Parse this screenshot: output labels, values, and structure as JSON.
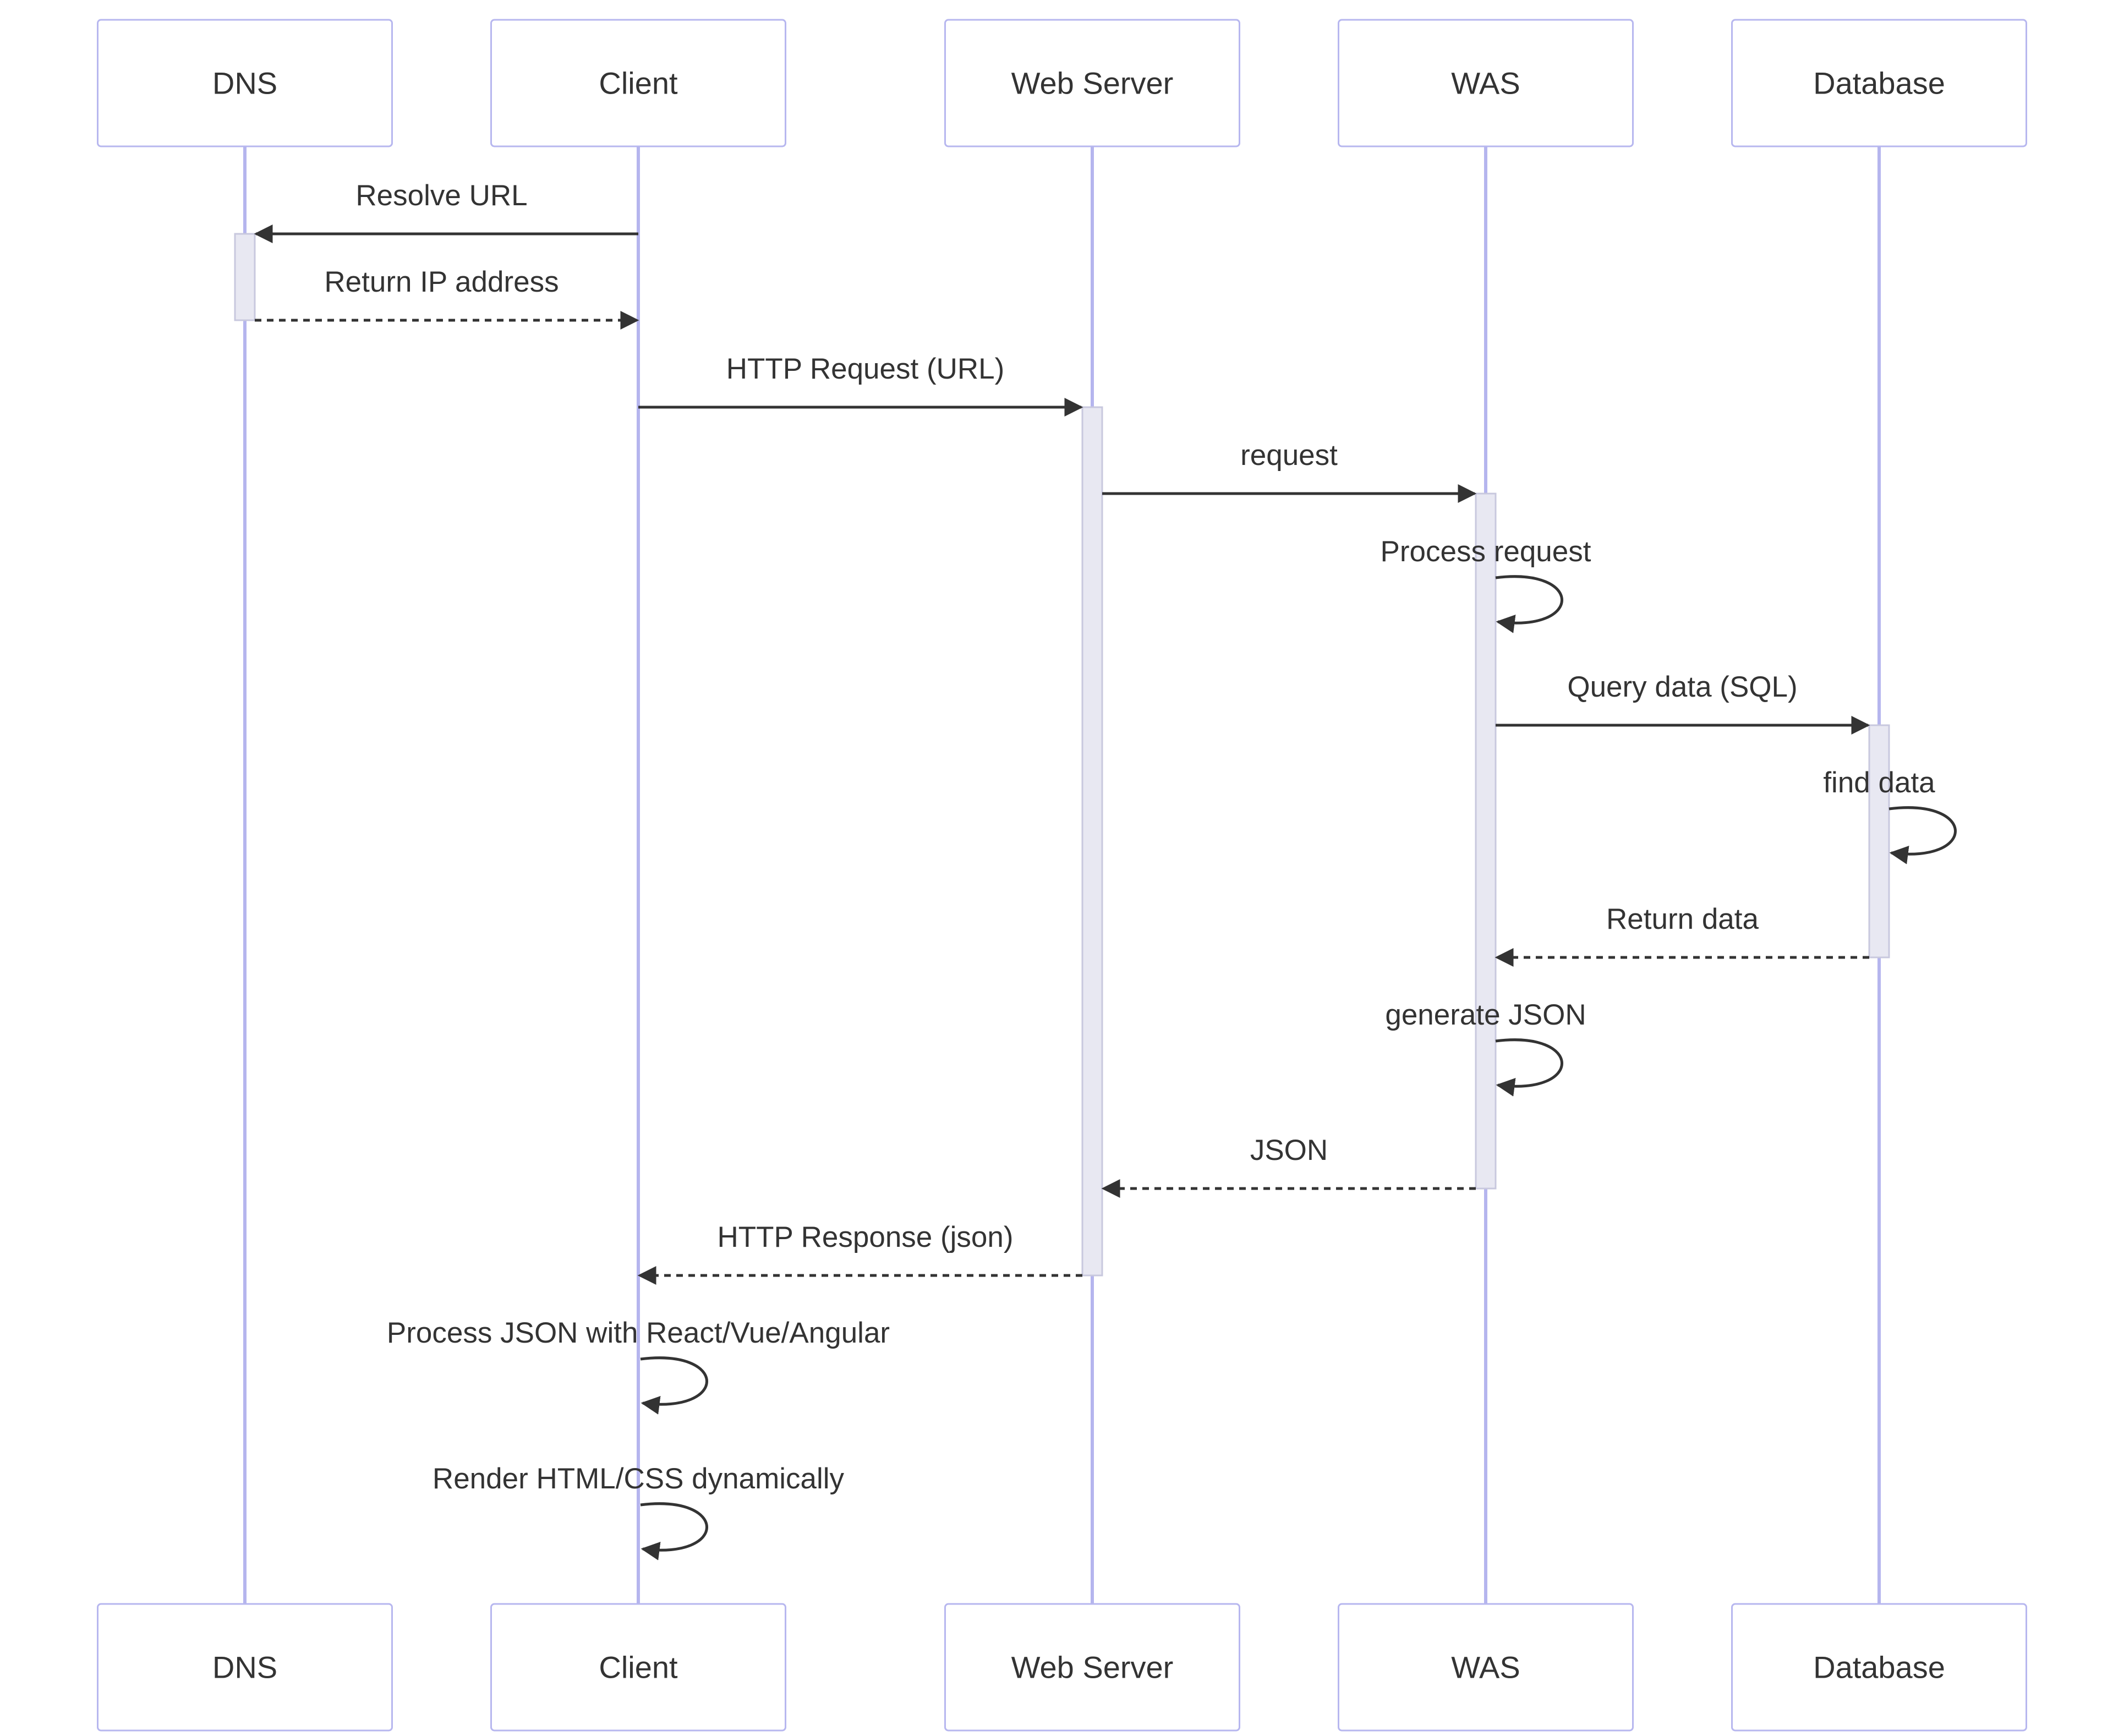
{
  "participants": [
    {
      "id": "dns",
      "label": "DNS"
    },
    {
      "id": "client",
      "label": "Client"
    },
    {
      "id": "webserver",
      "label": "Web Server"
    },
    {
      "id": "was",
      "label": "WAS"
    },
    {
      "id": "database",
      "label": "Database"
    }
  ],
  "messages": [
    {
      "from": "client",
      "to": "dns",
      "label": "Resolve URL",
      "style": "solid"
    },
    {
      "from": "dns",
      "to": "client",
      "label": "Return IP address",
      "style": "dashed"
    },
    {
      "from": "client",
      "to": "webserver",
      "label": "HTTP Request (URL)",
      "style": "solid"
    },
    {
      "from": "webserver",
      "to": "was",
      "label": "request",
      "style": "solid"
    },
    {
      "from": "was",
      "to": "was",
      "label": "Process request",
      "style": "self"
    },
    {
      "from": "was",
      "to": "database",
      "label": "Query data (SQL)",
      "style": "solid"
    },
    {
      "from": "database",
      "to": "database",
      "label": "find data",
      "style": "self"
    },
    {
      "from": "database",
      "to": "was",
      "label": "Return data",
      "style": "dashed"
    },
    {
      "from": "was",
      "to": "was",
      "label": "generate JSON",
      "style": "self"
    },
    {
      "from": "was",
      "to": "webserver",
      "label": "JSON",
      "style": "dashed"
    },
    {
      "from": "webserver",
      "to": "client",
      "label": "HTTP Response (json)",
      "style": "dashed"
    },
    {
      "from": "client",
      "to": "client",
      "label": "Process JSON with React/Vue/Angular",
      "style": "self"
    },
    {
      "from": "client",
      "to": "client",
      "label": "Render HTML/CSS dynamically",
      "style": "self"
    }
  ],
  "activations": [
    {
      "participant": "dns",
      "from_message": 0,
      "to_message": 1
    },
    {
      "participant": "webserver",
      "from_message": 2,
      "to_message": 10
    },
    {
      "participant": "was",
      "from_message": 3,
      "to_message": 9
    },
    {
      "participant": "database",
      "from_message": 5,
      "to_message": 7
    }
  ],
  "colors": {
    "actor_border": "#b7b7ef",
    "lifeline": "#b5b5ee",
    "activation_fill": "#e8e8f2",
    "arrow": "#333333",
    "text": "#333333"
  }
}
